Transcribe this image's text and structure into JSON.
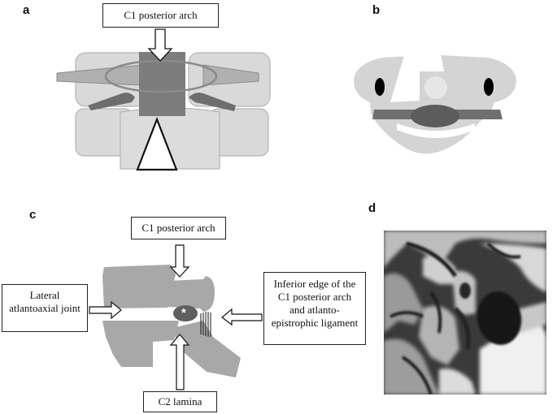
{
  "panels": {
    "a": {
      "letter": "a",
      "callout": "C1 posterior arch"
    },
    "b": {
      "letter": "b"
    },
    "c": {
      "letter": "c",
      "callout_top": "C1 posterior arch",
      "callout_left": "Lateral atlantoaxial joint",
      "callout_right": "Inferior edge of the C1 posterior arch and atlanto-epistrophic ligament",
      "callout_bottom": "C2 lamina",
      "asterisk": "*"
    },
    "d": {
      "letter": "d"
    }
  },
  "colors": {
    "bone_light": "#d6d6d6",
    "bone_mid": "#a8a8a8",
    "bone_dark": "#6f6f6f",
    "arch_dark": "#7a7a7a",
    "pale_box": "#e4e4e4",
    "oval": "#5f5f5f",
    "mri_bg": "#2a2a2a"
  }
}
